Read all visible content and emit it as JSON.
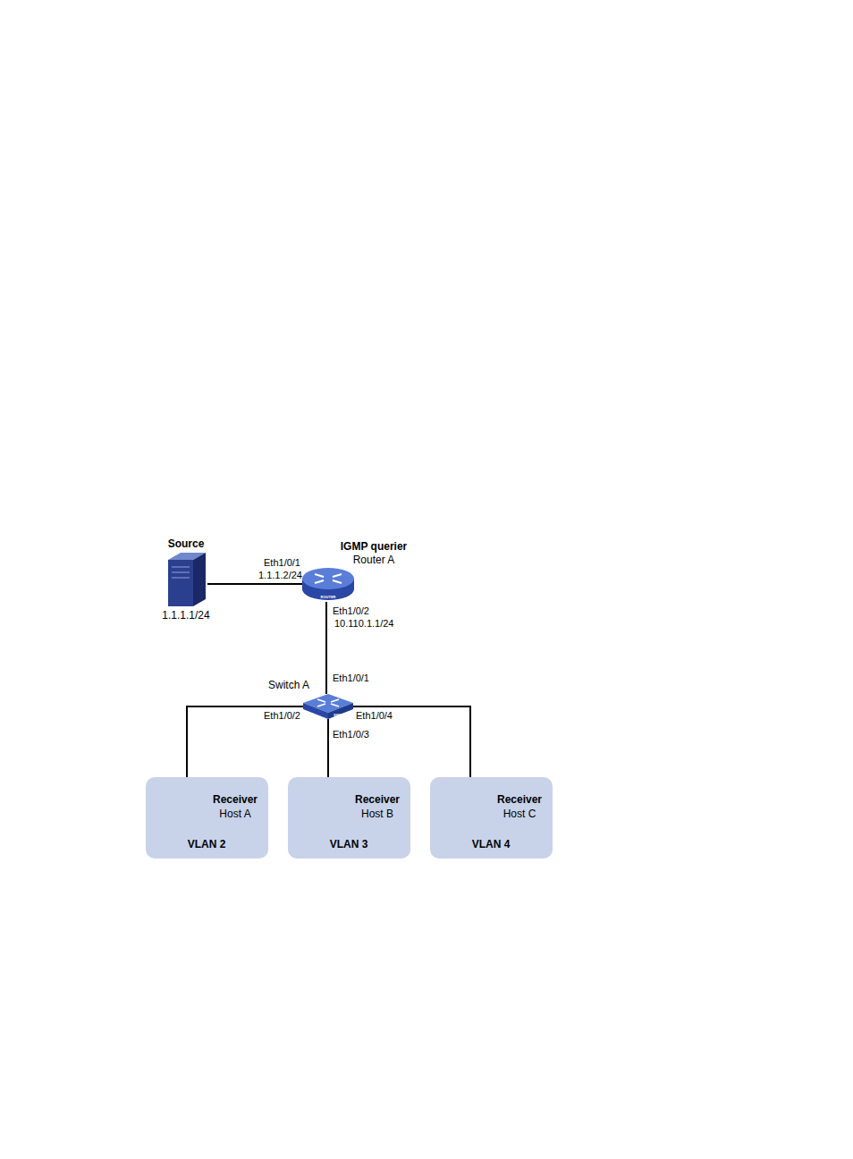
{
  "diagram": {
    "nodes": [
      {
        "text": [
          "Source",
          "1.1.1.1/24"
        ]
      },
      {
        "text": [
          "IGMP querier",
          "Router A"
        ]
      },
      {
        "text": [
          "Switch A"
        ]
      },
      {
        "text": [
          "VLAN 2"
        ]
      },
      {
        "text": [
          "Receiver",
          "Host A"
        ],
        "in": 3
      },
      {
        "text": [
          "VLAN 3"
        ]
      },
      {
        "text": [
          "Receiver",
          "Host B"
        ],
        "in": 5
      },
      {
        "text": [
          "VLAN 4"
        ]
      },
      {
        "text": [
          "Receiver",
          "Host C"
        ],
        "in": 7
      }
    ],
    "edges": [
      {
        "from": 0,
        "to": 1,
        "arrow": "none"
      },
      {
        "from": 1,
        "to": 2,
        "arrow": "none"
      },
      {
        "from": 2,
        "to": 4,
        "arrow": "none"
      },
      {
        "from": 2,
        "to": 6,
        "arrow": "none"
      },
      {
        "from": 2,
        "to": 8,
        "arrow": "none"
      }
    ],
    "labels": [
      "Eth1/0/1",
      "1.1.1.2/24",
      "Eth1/0/2",
      "10.110.1.1/24",
      "Eth1/0/1",
      "Eth1/0/2",
      "Eth1/0/3",
      "Eth1/0/4",
      "ROUTER",
      "SWITCH"
    ]
  }
}
